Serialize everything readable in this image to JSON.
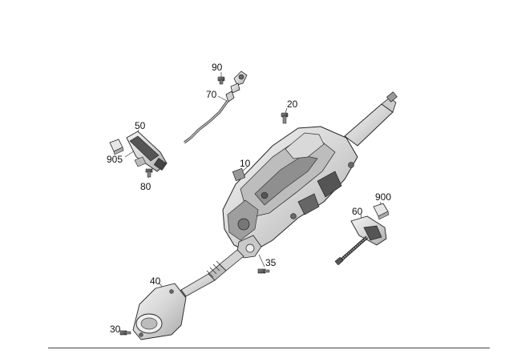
{
  "diagram": {
    "callouts": {
      "c90": "90",
      "c70": "70",
      "c20": "20",
      "c50": "50",
      "c905": "905",
      "c80": "80",
      "c10": "10",
      "c900": "900",
      "c60": "60",
      "c35": "35",
      "c40": "40",
      "c30": "30"
    }
  }
}
